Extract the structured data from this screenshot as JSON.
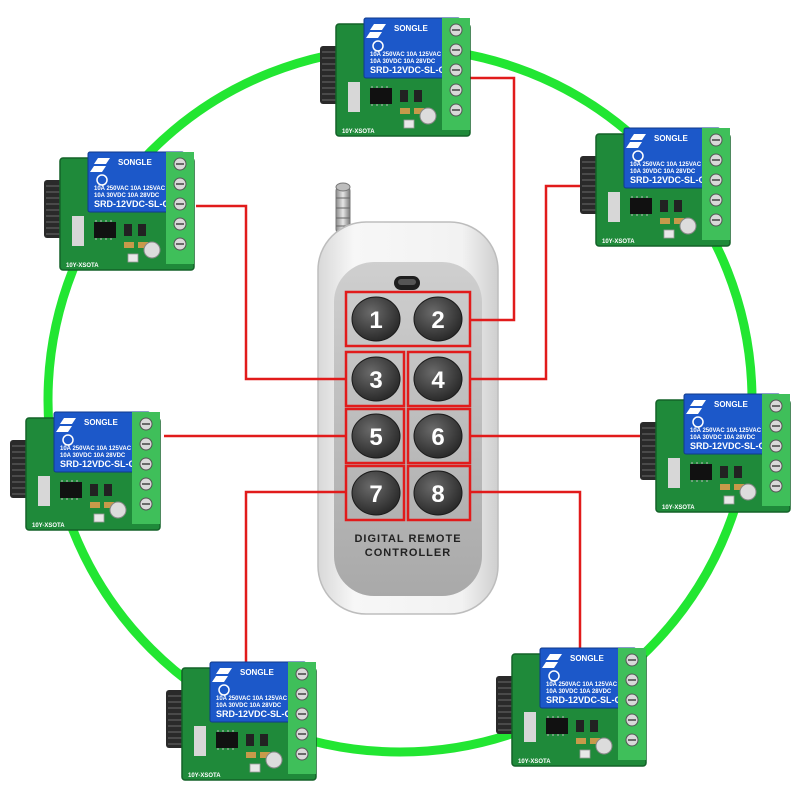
{
  "colors": {
    "ring": "#22e632",
    "wire": "#e11b1b",
    "pcb": "#1f8a3a",
    "relay_body": "#1c58c9",
    "terminal": "#3fbf5a",
    "remote_body": "#f2f2f2",
    "remote_panel": "#b9b9b9",
    "button": "#3a3a3a"
  },
  "remote": {
    "label_line1": "DIGITAL REMOTE",
    "label_line2": "CONTROLLER",
    "buttons": [
      "1",
      "2",
      "3",
      "4",
      "5",
      "6",
      "7",
      "8"
    ]
  },
  "relay": {
    "brand": "SONGLE",
    "rating1": "10A 250VAC  10A 125VAC",
    "rating2": "10A 30VDC  10A 28VDC",
    "model": "SRD-12VDC-SL-C",
    "board_code": "10Y-XSOTA"
  }
}
